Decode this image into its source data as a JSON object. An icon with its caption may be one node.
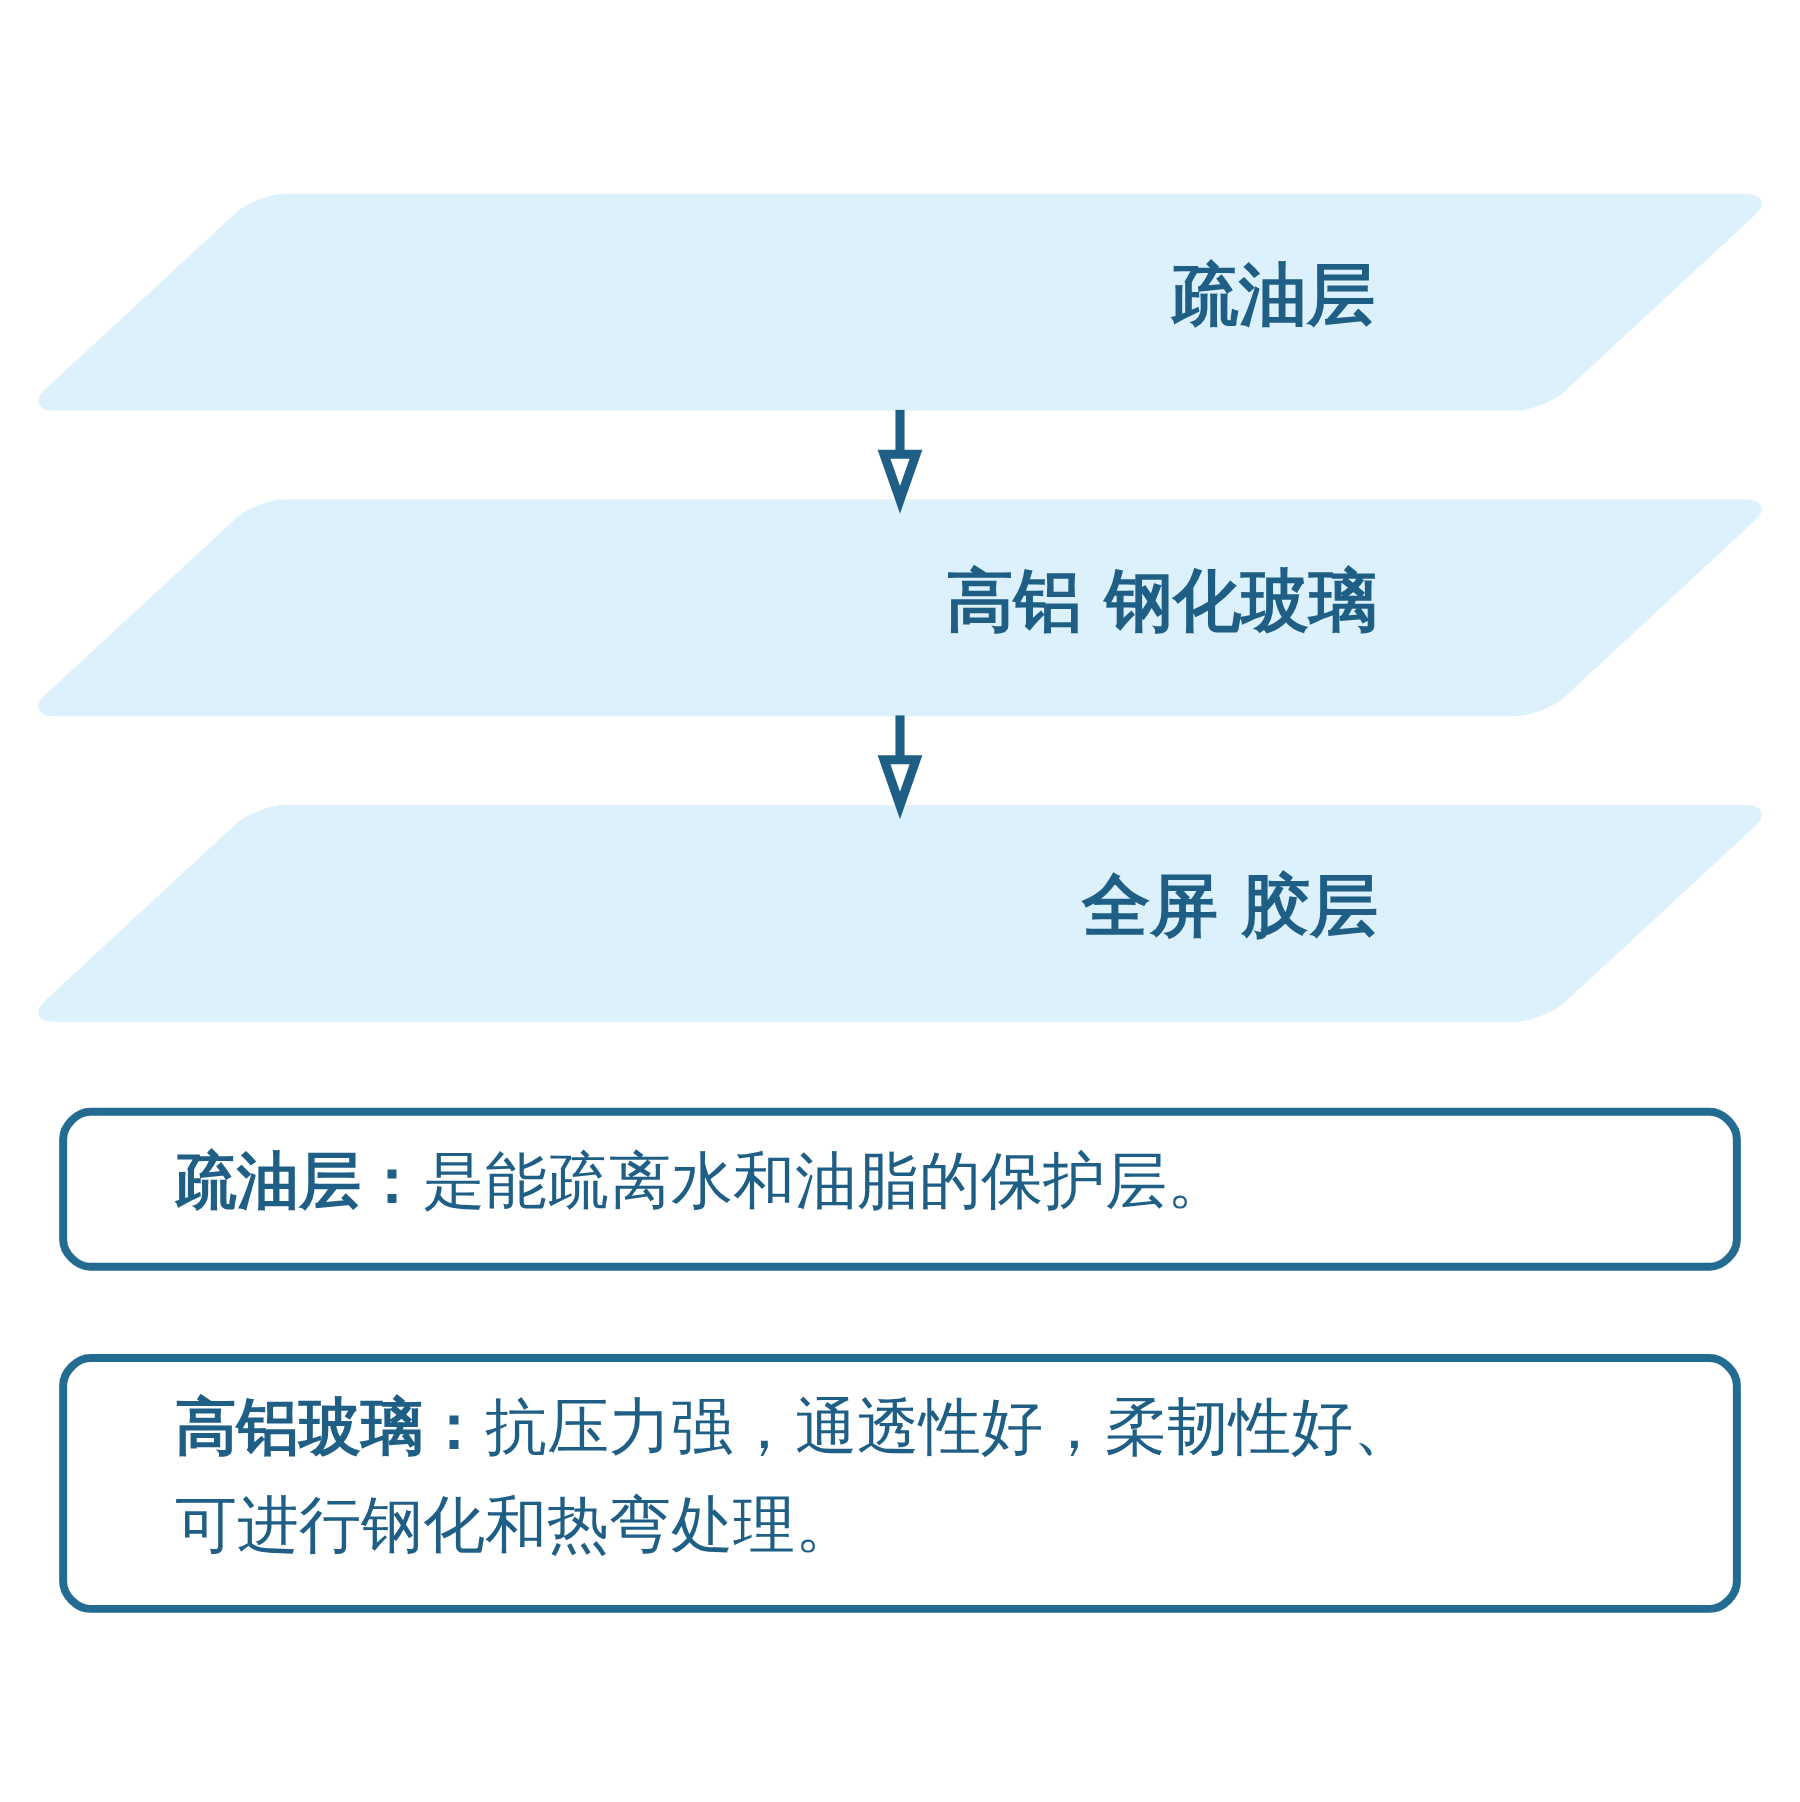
{
  "diagram": {
    "nodes": [
      {
        "text": [
          "疏油层"
        ]
      },
      {
        "text": [
          "高铝 钢化玻璃"
        ]
      },
      {
        "text": [
          "全屏 胶层"
        ]
      },
      {
        "text": [
          "**疏油层：**是能疏离水和油脂的保护层。"
        ]
      },
      {
        "text": [
          "**高铝玻璃：**抗压力强，通透性好，柔韧性好、可进行钢化和热弯处理。"
        ]
      }
    ],
    "edges": [
      {
        "from": 0,
        "to": 1,
        "arrow": "to"
      },
      {
        "from": 1,
        "to": 2,
        "arrow": "to"
      }
    ]
  }
}
